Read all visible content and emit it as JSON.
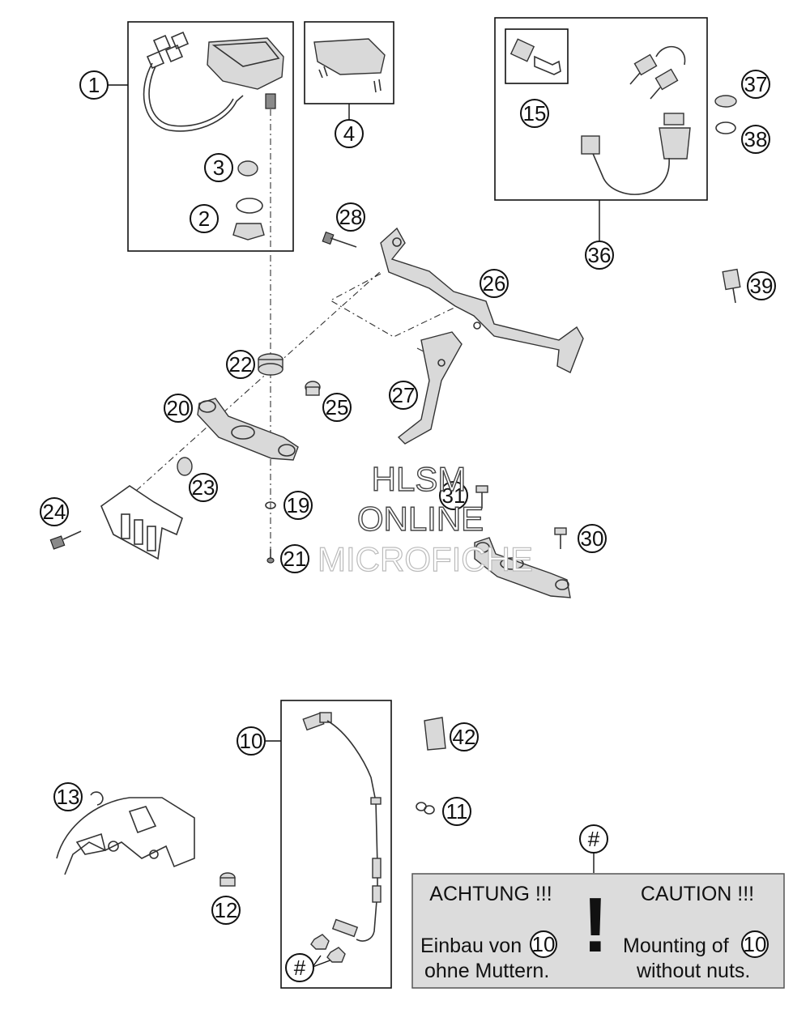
{
  "callouts": [
    "1",
    "2",
    "3",
    "4",
    "10",
    "11",
    "12",
    "13",
    "15",
    "19",
    "20",
    "21",
    "22",
    "23",
    "24",
    "25",
    "26",
    "27",
    "28",
    "30",
    "31",
    "36",
    "37",
    "38",
    "39",
    "42",
    "#",
    "#"
  ],
  "watermark": {
    "line1": "HLSM",
    "line2": "ONLINE",
    "line3": "MICROFICHE"
  },
  "caution_box": {
    "de_heading": "ACHTUNG !!!",
    "de_line1": "Einbau von",
    "de_ref": "10",
    "de_line2": "ohne Muttern.",
    "en_heading": "CAUTION !!!",
    "en_line1": "Mounting of",
    "en_ref": "10",
    "en_line2": "without nuts.",
    "symbol": "!"
  }
}
